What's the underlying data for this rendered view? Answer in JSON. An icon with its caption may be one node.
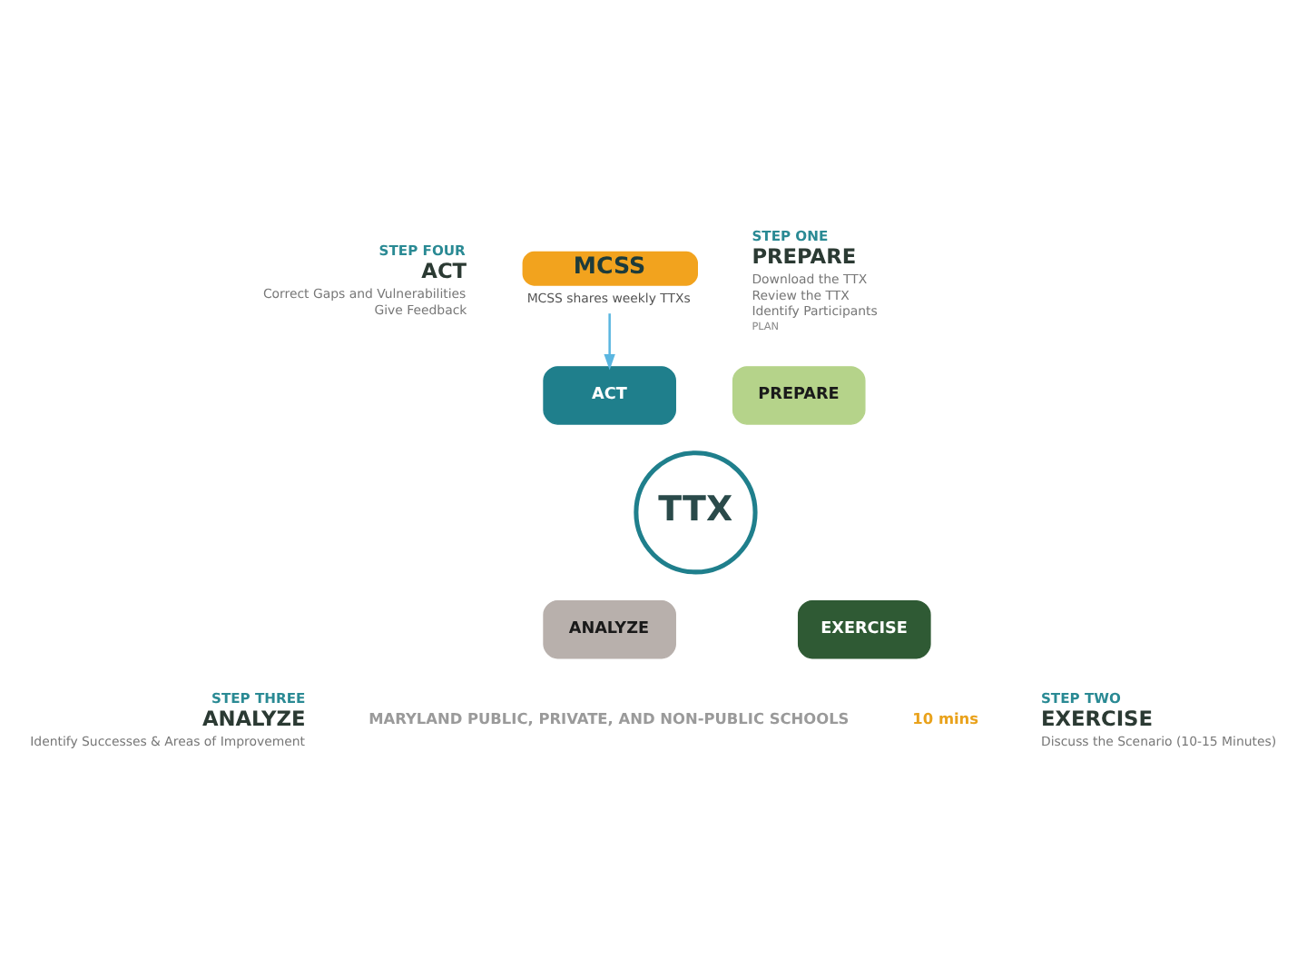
{
  "diagram": {
    "nodes": [
      {
        "text": [
          "MCSS"
        ],
        "beside": [
          "MCSS shares weekly TTXs"
        ]
      },
      {
        "text": [
          "ACT"
        ]
      },
      {
        "text": [
          "PREPARE"
        ]
      },
      {
        "text": [
          "TTX"
        ]
      },
      {
        "text": [
          "ANALYZE"
        ]
      },
      {
        "text": [
          "EXERCISE"
        ]
      }
    ],
    "edges": [
      {
        "from": 0,
        "to": 1,
        "arrow": "to",
        "color": "#5bb6e0"
      }
    ],
    "labels": [
      "STEP FOUR",
      "ACT",
      "Correct Gaps and Vulnerabilities",
      "Give Feedback",
      "STEP ONE",
      "PREPARE",
      "Download the TTX",
      "Review the TTX",
      "Identify Participants",
      "PLAN",
      "MARYLAND PUBLIC, PRIVATE, AND NON-PUBLIC SCHOOLS",
      "10 mins",
      "STEP THREE",
      "ANALYZE",
      "Identify Successes & Areas of Improvement",
      "STEP TWO",
      "EXERCISE",
      "Discuss the Scenario (10-15 Minutes)"
    ]
  }
}
